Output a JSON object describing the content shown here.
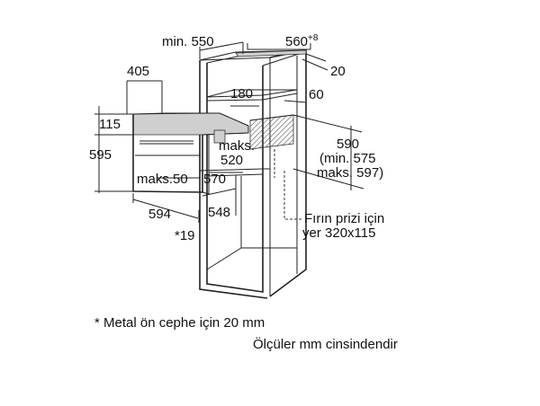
{
  "labels": {
    "min_550": "min. 550",
    "d560": "560",
    "d560_sup": "+8",
    "d20": "20",
    "d405": "405",
    "d180": "180",
    "d60": "60",
    "d115": "115",
    "d595": "595",
    "maks_520_a": "maks.",
    "maks_520_b": "520",
    "d590": "590",
    "min_575": "(min. 575",
    "maks_597": "maks. 597)",
    "maks_50": "maks.50",
    "d570": "570",
    "d594": "594",
    "d548": "548",
    "d19": "*19",
    "socket_line1": "Fırın prizi için",
    "socket_line2": "yer 320x115"
  },
  "footnotes": {
    "metal_front": "* Metal ön cephe için 20 mm",
    "units": "Ölçüler mm cinsindendir"
  }
}
